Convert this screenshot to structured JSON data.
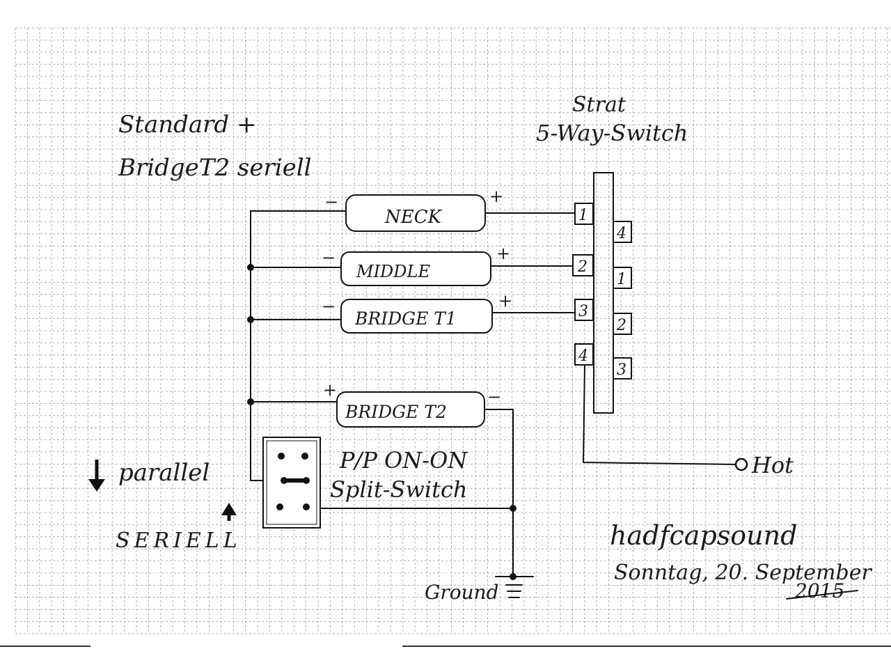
{
  "title": {
    "line1": "Standard +",
    "line2": "BridgeT2 seriell"
  },
  "switch": {
    "title_line1": "Strat",
    "title_line2": "5-Way-Switch",
    "left_terminals": [
      "1",
      "2",
      "3",
      "4"
    ],
    "right_terminals": [
      "4",
      "1",
      "2",
      "3"
    ]
  },
  "pickups": [
    {
      "label": "NECK",
      "left_sign": "−",
      "right_sign": "+"
    },
    {
      "label": "MIDDLE",
      "left_sign": "−",
      "right_sign": "+"
    },
    {
      "label": "BRIDGE T1",
      "left_sign": "−",
      "right_sign": "+"
    },
    {
      "label": "BRIDGE T2",
      "left_sign": "+",
      "right_sign": "−"
    }
  ],
  "split_switch": {
    "line1": "P/P ON-ON",
    "line2": "Split-Switch"
  },
  "labels": {
    "parallel": "parallel",
    "seriell": "SERIELL",
    "hot": "Hot",
    "ground": "Ground",
    "parallel_arrow": "down-arrow",
    "seriell_arrow": "up-arrow"
  },
  "signature": {
    "name": "hadfcapsound",
    "date": "Sonntag, 20. September",
    "year": "2015"
  }
}
